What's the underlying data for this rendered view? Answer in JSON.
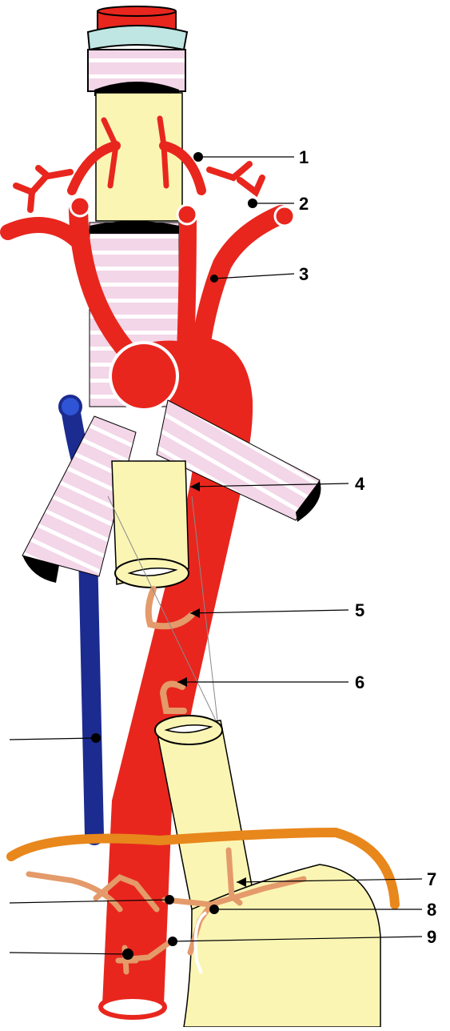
{
  "diagram": {
    "labels": [
      {
        "id": "1",
        "text": "1"
      },
      {
        "id": "2",
        "text": "2"
      },
      {
        "id": "3",
        "text": "3"
      },
      {
        "id": "4",
        "text": "4"
      },
      {
        "id": "5",
        "text": "5"
      },
      {
        "id": "6",
        "text": "6"
      },
      {
        "id": "7",
        "text": "7"
      },
      {
        "id": "8",
        "text": "8"
      },
      {
        "id": "9",
        "text": "9"
      }
    ]
  },
  "colors": {
    "artery": "#e8261e",
    "vein": "#1c2b8f",
    "esophagus": "#fbf5b4",
    "airway": "#f3d6e8",
    "airway_line": "#ffffff",
    "small_vessel": "#e49a6a",
    "stomach_rim": "#e8871c",
    "cartilage": "#bfe6e2",
    "outline": "#000000"
  }
}
